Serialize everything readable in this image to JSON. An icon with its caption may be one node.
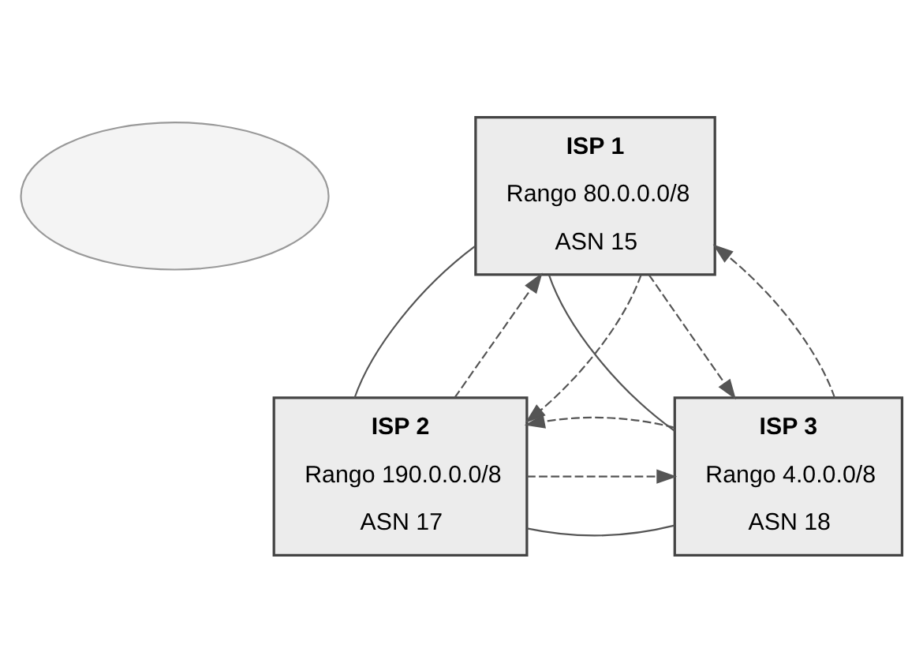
{
  "diagram": {
    "nodes": [
      {
        "text": [],
        "shape": "cloud"
      },
      {
        "text": [
          "ISP 1",
          "Rango 80.0.0.0/8",
          "ASN 15"
        ]
      },
      {
        "text": [
          "ISP 2",
          "Rango 190.0.0.0/8",
          "ASN 17"
        ]
      },
      {
        "text": [
          "ISP 3",
          "Rango 4.0.0.0/8",
          "ASN 18"
        ]
      }
    ],
    "edges": [
      {
        "from": 1,
        "to": 2,
        "arrow": "none"
      },
      {
        "from": 1,
        "to": 3,
        "arrow": "none"
      },
      {
        "from": 2,
        "to": 3,
        "arrow": "none"
      },
      {
        "from": 2,
        "to": 1,
        "arrow": "to",
        "style": "dashed"
      },
      {
        "from": 1,
        "to": 2,
        "arrow": "to",
        "style": "dashed"
      },
      {
        "from": 1,
        "to": 3,
        "arrow": "to",
        "style": "dashed"
      },
      {
        "from": 3,
        "to": 1,
        "arrow": "to",
        "style": "dashed"
      },
      {
        "from": 2,
        "to": 3,
        "arrow": "to",
        "style": "dashed"
      },
      {
        "from": 3,
        "to": 2,
        "arrow": "to",
        "style": "dashed"
      }
    ]
  }
}
